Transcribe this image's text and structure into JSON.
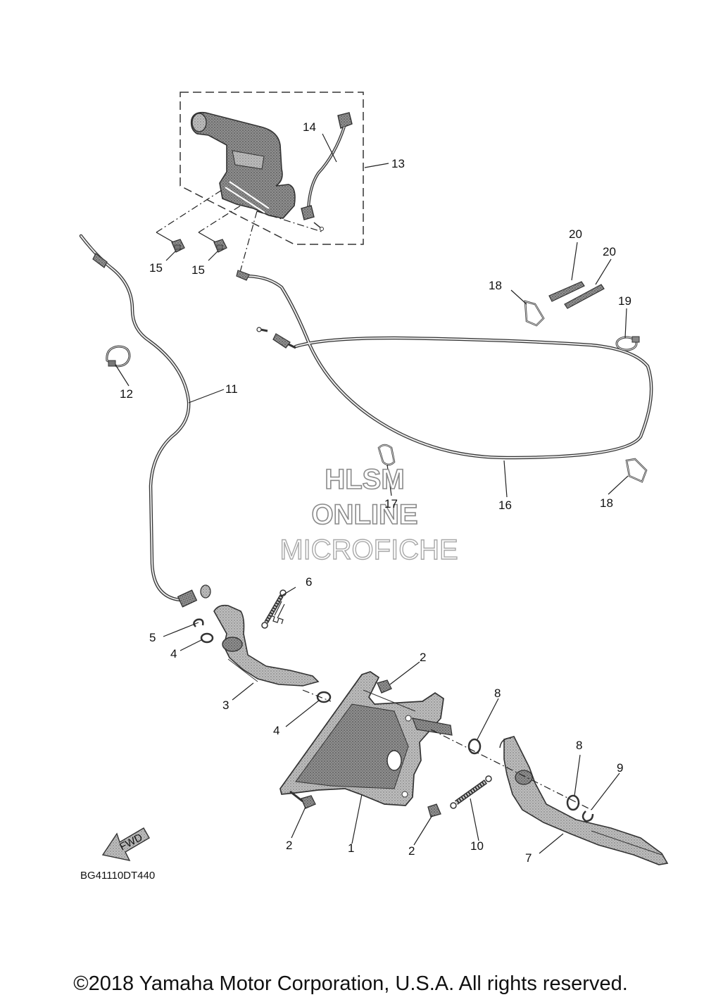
{
  "diagram": {
    "callouts": [
      {
        "id": "c1",
        "text": "1"
      },
      {
        "id": "c2a",
        "text": "2"
      },
      {
        "id": "c2b",
        "text": "2"
      },
      {
        "id": "c2c",
        "text": "2"
      },
      {
        "id": "c3",
        "text": "3"
      },
      {
        "id": "c4a",
        "text": "4"
      },
      {
        "id": "c4b",
        "text": "4"
      },
      {
        "id": "c5",
        "text": "5"
      },
      {
        "id": "c6",
        "text": "6"
      },
      {
        "id": "c7",
        "text": "7"
      },
      {
        "id": "c8a",
        "text": "8"
      },
      {
        "id": "c8b",
        "text": "8"
      },
      {
        "id": "c9",
        "text": "9"
      },
      {
        "id": "c10",
        "text": "10"
      },
      {
        "id": "c11",
        "text": "11"
      },
      {
        "id": "c12",
        "text": "12"
      },
      {
        "id": "c13",
        "text": "13"
      },
      {
        "id": "c14",
        "text": "14"
      },
      {
        "id": "c15a",
        "text": "15"
      },
      {
        "id": "c15b",
        "text": "15"
      },
      {
        "id": "c16",
        "text": "16"
      },
      {
        "id": "c17",
        "text": "17"
      },
      {
        "id": "c18a",
        "text": "18"
      },
      {
        "id": "c18b",
        "text": "18"
      },
      {
        "id": "c19",
        "text": "19"
      },
      {
        "id": "c20a",
        "text": "20"
      },
      {
        "id": "c20b",
        "text": "20"
      }
    ],
    "fwd_label": "FWD",
    "reference_code": "BG41110DT440",
    "watermark": [
      "HLSM",
      "ONLINE",
      "MICROFICHE"
    ],
    "copyright": "©2018 Yamaha Motor Corporation, U.S.A. All rights reserved."
  }
}
